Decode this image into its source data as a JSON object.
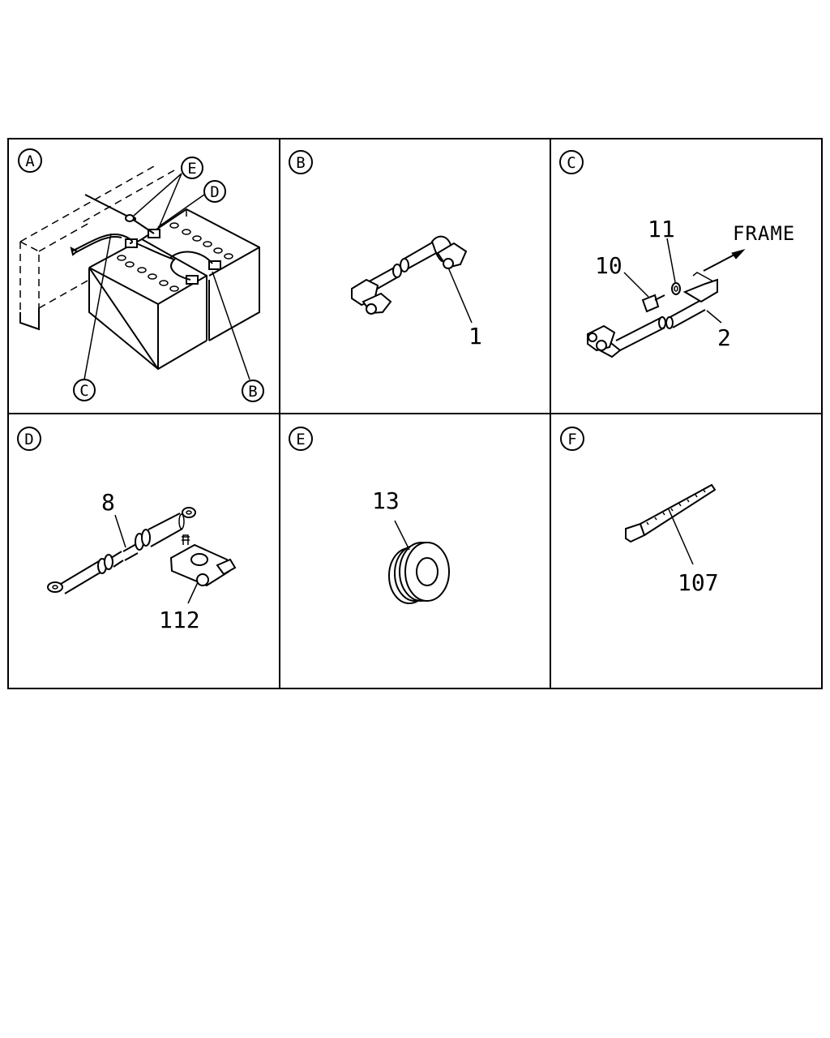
{
  "panels": [
    {
      "id": "A",
      "badge": "A"
    },
    {
      "id": "B",
      "badge": "B"
    },
    {
      "id": "C",
      "badge": "C"
    },
    {
      "id": "D",
      "badge": "D"
    },
    {
      "id": "E",
      "badge": "E"
    },
    {
      "id": "F",
      "badge": "F"
    }
  ],
  "panel_a": {
    "callouts": {
      "E": "E",
      "D": "D",
      "C": "C",
      "B": "B"
    }
  },
  "panel_b": {
    "part_labels": [
      "1"
    ]
  },
  "panel_c": {
    "part_labels": [
      "11",
      "10",
      "2"
    ],
    "frame_label": "FRAME"
  },
  "panel_d": {
    "part_labels": [
      "8",
      "112"
    ]
  },
  "panel_e": {
    "part_labels": [
      "13"
    ]
  },
  "panel_f": {
    "part_labels": [
      "107"
    ]
  }
}
